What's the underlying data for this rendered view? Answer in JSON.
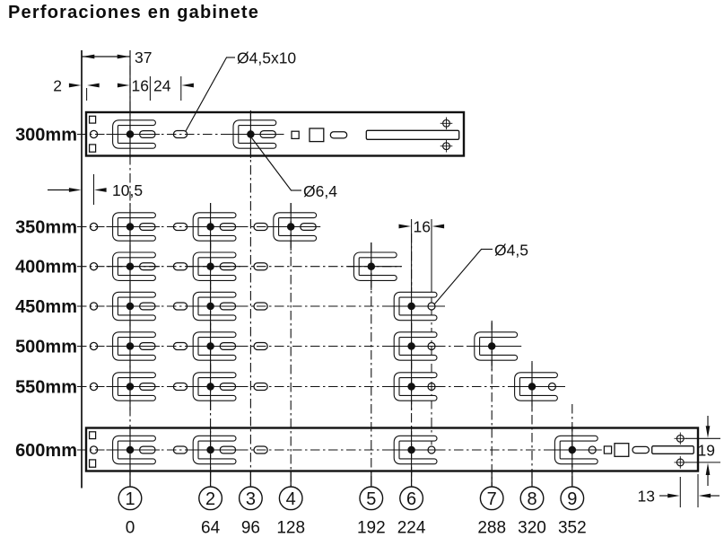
{
  "title": "Perforaciones en gabinete",
  "columns": [
    {
      "num": "1",
      "offset_mm": "0"
    },
    {
      "num": "2",
      "offset_mm": "64"
    },
    {
      "num": "3",
      "offset_mm": "96"
    },
    {
      "num": "4",
      "offset_mm": "128"
    },
    {
      "num": "5",
      "offset_mm": "192"
    },
    {
      "num": "6",
      "offset_mm": "224"
    },
    {
      "num": "7",
      "offset_mm": "288"
    },
    {
      "num": "8",
      "offset_mm": "320"
    },
    {
      "num": "9",
      "offset_mm": "352"
    }
  ],
  "rows": [
    {
      "label": "300mm",
      "slots_mm": [
        0,
        96
      ],
      "tails_mm": [
        0,
        96
      ],
      "holes_mm": [],
      "ovals_mm": [
        40
      ],
      "rail": true
    },
    {
      "label": "350mm",
      "slots_mm": [
        0,
        64,
        128
      ],
      "tails_mm": [
        0,
        64,
        128
      ],
      "holes_mm": [],
      "ovals_mm": [
        40,
        104
      ],
      "rail": false
    },
    {
      "label": "400mm",
      "slots_mm": [
        0,
        64,
        192
      ],
      "tails_mm": [
        0,
        64
      ],
      "holes_mm": [],
      "ovals_mm": [
        40,
        104
      ],
      "rail": false
    },
    {
      "label": "450mm",
      "slots_mm": [
        0,
        64,
        224
      ],
      "tails_mm": [
        0,
        64
      ],
      "holes_mm": [
        240
      ],
      "ovals_mm": [
        40,
        104
      ],
      "rail": false
    },
    {
      "label": "500mm",
      "slots_mm": [
        0,
        64,
        224,
        288
      ],
      "tails_mm": [
        0,
        64
      ],
      "holes_mm": [
        240
      ],
      "ovals_mm": [
        40,
        104
      ],
      "rail": false
    },
    {
      "label": "550mm",
      "slots_mm": [
        0,
        64,
        224,
        320
      ],
      "tails_mm": [
        0,
        64
      ],
      "holes_mm": [
        240,
        336
      ],
      "ovals_mm": [
        40,
        104
      ],
      "rail": false
    },
    {
      "label": "600mm",
      "slots_mm": [
        0,
        64,
        224,
        352
      ],
      "tails_mm": [
        0,
        64
      ],
      "holes_mm": [
        240,
        368
      ],
      "ovals_mm": [
        40,
        104
      ],
      "rail": true
    }
  ],
  "dimensions": {
    "offset_37": "37",
    "offset_2": "2",
    "offset_16": "16",
    "offset_24": "24",
    "slot_size_label": "Ø4,5x10",
    "front_hole_label": "Ø6,4",
    "offset_10_5": "10,5",
    "hole_spacing_16": "16",
    "side_hole_label": "Ø4,5",
    "screw_spacing_19": "19",
    "end_offset_13": "13"
  }
}
